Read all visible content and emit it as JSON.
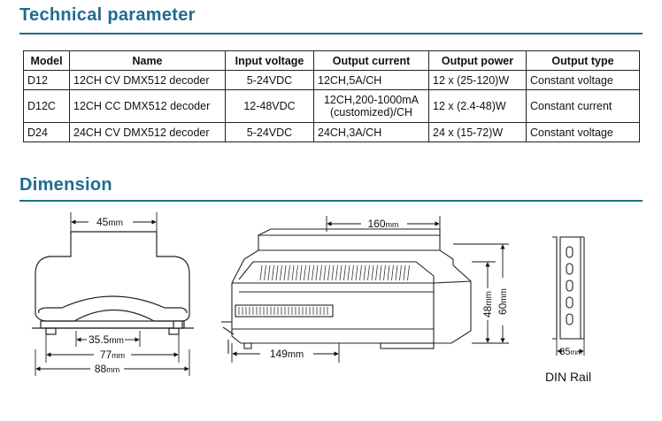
{
  "tech": {
    "title": "Technical parameter",
    "headers": [
      "Model",
      "Name",
      "Input voltage",
      "Output current",
      "Output power",
      "Output type"
    ],
    "rows": [
      {
        "model": "D12",
        "name": "12CH CV DMX512 decoder",
        "input": "5-24VDC",
        "current": [
          "12CH,5A/CH"
        ],
        "power": "12 x (25-120)W",
        "type": "Constant voltage"
      },
      {
        "model": "D12C",
        "name": "12CH CC DMX512 decoder",
        "input": "12-48VDC",
        "current": [
          "12CH,200-1000mA",
          "(customized)/CH"
        ],
        "power": "12 x (2.4-48)W",
        "type": "Constant current"
      },
      {
        "model": "D24",
        "name": "24CH CV DMX512 decoder",
        "input": "5-24VDC",
        "current": [
          "24CH,3A/CH"
        ],
        "power": "24 x (15-72)W",
        "type": "Constant voltage"
      }
    ]
  },
  "dimension": {
    "title": "Dimension",
    "side_view": {
      "top_width": "45",
      "hole_spacing": "35.5",
      "base_width": "77",
      "total_width": "88",
      "unit": "mm"
    },
    "iso_view": {
      "length_top": "160",
      "length_bottom": "149",
      "height_body": "48",
      "height_total": "60",
      "unit": "mm"
    },
    "din_rail": {
      "width": "35",
      "unit": "mm",
      "label": "DIN Rail"
    }
  }
}
